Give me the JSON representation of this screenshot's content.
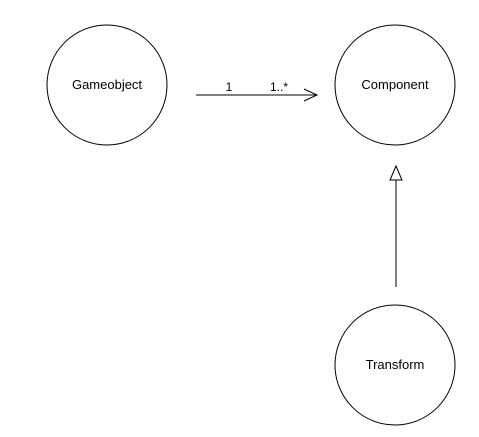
{
  "diagram": {
    "nodes": {
      "gameobject": {
        "label": "Gameobject"
      },
      "component": {
        "label": "Component"
      },
      "transform": {
        "label": "Transform"
      }
    },
    "edges": {
      "association": {
        "type": "association",
        "from": "Gameobject",
        "to": "Component",
        "source_multiplicity": "1",
        "target_multiplicity": "1..*"
      },
      "generalization": {
        "type": "generalization",
        "from": "Transform",
        "to": "Component"
      }
    },
    "colors": {
      "stroke": "#000000",
      "background": "#ffffff"
    }
  }
}
